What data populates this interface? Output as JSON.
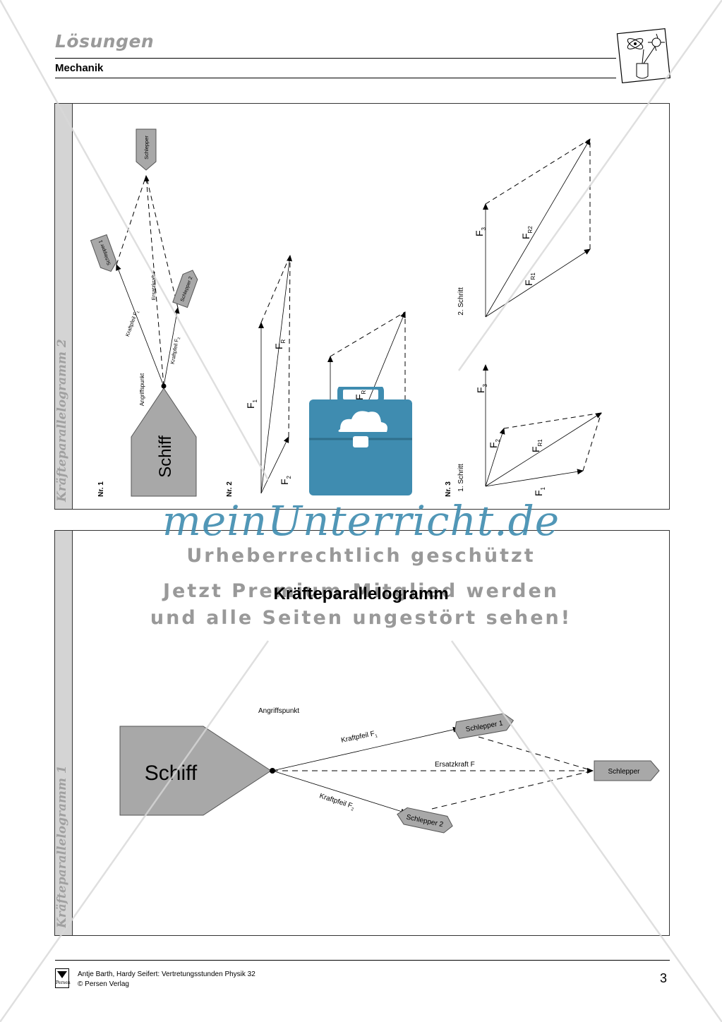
{
  "header": {
    "title": "Lösungen",
    "subtitle": "Mechanik",
    "logo_icon": "atom-flower-vase-icon"
  },
  "panel_top": {
    "side_label": "Kräfteparallelogramm 2",
    "nr1": {
      "label": "Nr. 1",
      "schiff": "Schiff",
      "angriffspunkt": "Angriffspunkt",
      "schlepper": "Schlepper",
      "schlepper1": "Schlepper 1",
      "schlepper2": "Schlepper 2",
      "kraftpfeil1": "Kraftpfeil F",
      "kraftpfeil1_sub": "1",
      "kraftpfeil2": "Kraftpfeil F",
      "kraftpfeil2_sub": "2",
      "ersatzkraft": "Ersatzkraft F"
    },
    "nr2": {
      "label": "Nr. 2",
      "f": "F",
      "sub1": "1",
      "sub2": "2",
      "subR": "R"
    },
    "nr3": {
      "label": "Nr. 3",
      "schritt1": "1. Schritt",
      "schritt2": "2. Schritt",
      "f": "F",
      "sub1": "1",
      "sub2": "2",
      "sub3": "3",
      "subR1": "R1",
      "subR2": "R2"
    }
  },
  "panel_bottom": {
    "side_label": "Kräfteparallelogramm 1",
    "title": "Kräfteparallelogramm",
    "schiff": "Schiff",
    "angriffspunkt": "Angriffspunkt",
    "schlepper": "Schlepper",
    "schlepper1": "Schlepper 1",
    "schlepper2": "Schlepper 2",
    "kraftpfeil1": "Kraftpfeil F",
    "kraftpfeil1_sub": "1",
    "kraftpfeil2": "Kraftpfeil F",
    "kraftpfeil2_sub": "2",
    "ersatzkraft": "Ersatzkraft F"
  },
  "watermark": {
    "brand": "meinUnterricht.de",
    "line1": "Urheberrechtlich geschützt",
    "line2": "Jetzt Premium-Mitglied werden",
    "line3": "und alle Seiten ungestört sehen!",
    "icon": "briefcase-cloud-icon",
    "color": "#3f8cb0"
  },
  "footer": {
    "line1": "Antje Barth, Hardy Seifert: Vertretungsstunden Physik 32",
    "line2": "© Persen Verlag",
    "publisher_logo": "Persen",
    "page_number": "3"
  }
}
